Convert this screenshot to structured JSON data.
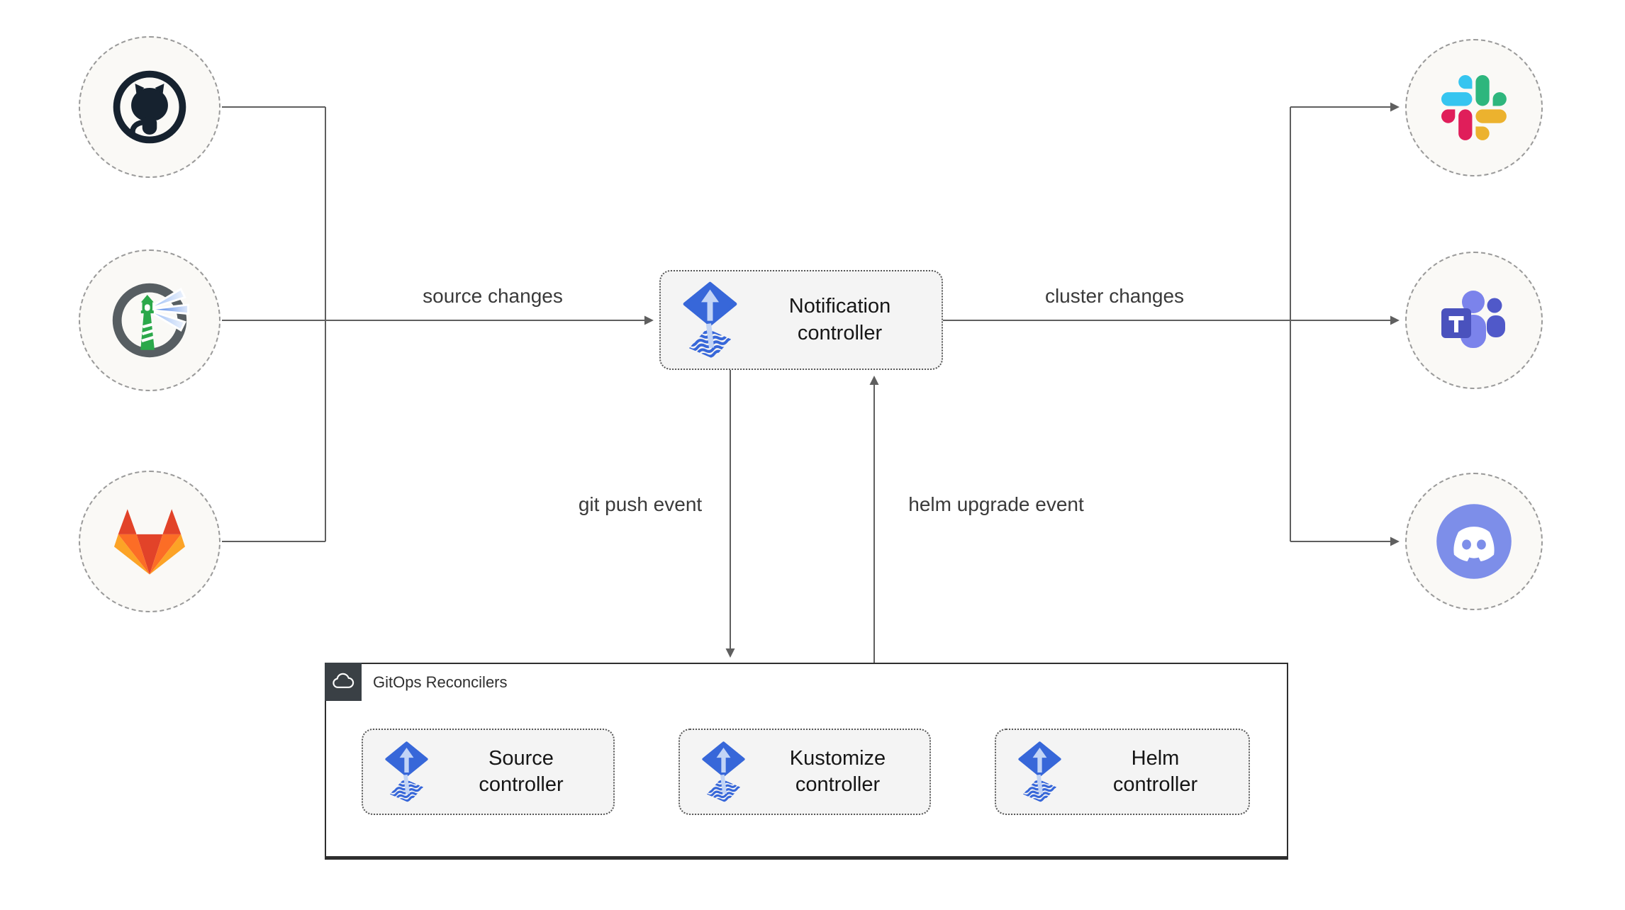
{
  "palette": {
    "background": "#ffffff",
    "connector_line": "#5f5f5f",
    "node_fill": "#f4f4f4",
    "node_border": "#575757",
    "circle_fill": "#faf9f6",
    "circle_border": "#9a9a9a",
    "container_border": "#2e2e2e",
    "badge_background": "#3a4045",
    "flux_blue": "#3767d9",
    "flux_light_blue": "#c2d4f6",
    "slack_blue": "#36c5f0",
    "slack_green": "#2eb67d",
    "slack_yellow": "#ecb22e",
    "slack_red": "#e01e5a",
    "gitlab_red": "#e24329",
    "gitlab_orange": "#fc6d26",
    "gitlab_yellow": "#fca326",
    "teams_purple": "#4a52bd",
    "discord_blurple": "#7d8ee9",
    "harbor_green": "#2ba84a"
  },
  "nodes": {
    "notification": {
      "label": "Notification controller",
      "icon": "flux-icon"
    },
    "source": {
      "label": "Source controller",
      "icon": "flux-icon"
    },
    "kustomize": {
      "label": "Kustomize controller",
      "icon": "flux-icon"
    },
    "helm": {
      "label": "Helm controller",
      "icon": "flux-icon"
    }
  },
  "container": {
    "title": "GitOps Reconcilers",
    "icon": "cloud-icon"
  },
  "edges": {
    "source_changes": {
      "label": "source changes"
    },
    "cluster_changes": {
      "label": "cluster changes"
    },
    "git_push_event": {
      "label": "git push event"
    },
    "helm_upgrade_event": {
      "label": "helm upgrade event"
    }
  },
  "sources": [
    {
      "id": "github",
      "icon": "github-icon"
    },
    {
      "id": "harbor",
      "icon": "harbor-icon"
    },
    {
      "id": "gitlab",
      "icon": "gitlab-icon"
    }
  ],
  "targets": [
    {
      "id": "slack",
      "icon": "slack-icon"
    },
    {
      "id": "teams",
      "icon": "microsoft-teams-icon"
    },
    {
      "id": "discord",
      "icon": "discord-icon"
    }
  ]
}
